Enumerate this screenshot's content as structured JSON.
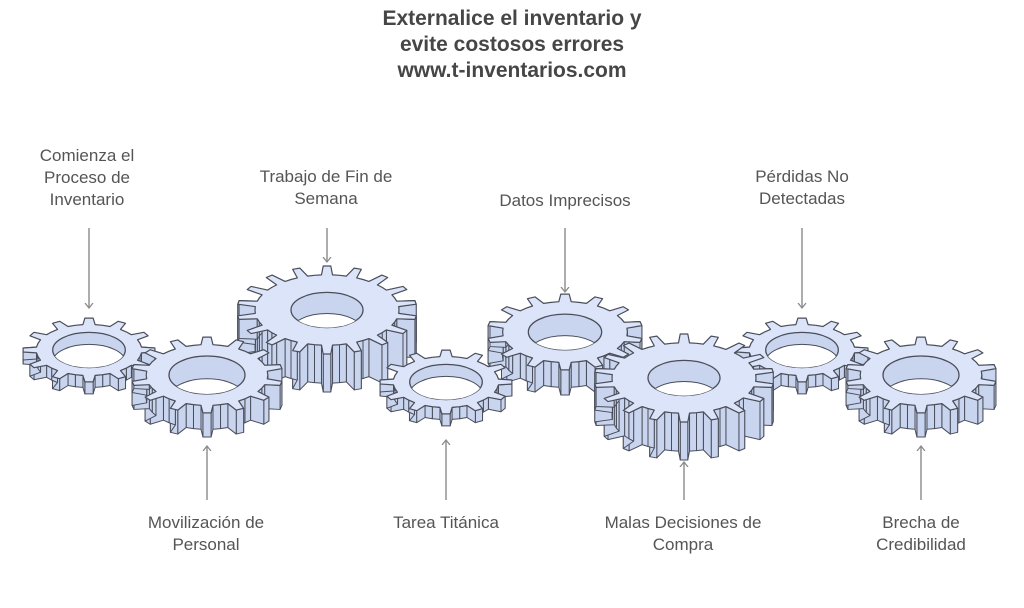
{
  "title": {
    "lines": [
      "Externalice el inventario y",
      "evite costosos errores",
      "www.t-inventarios.com"
    ]
  },
  "colors": {
    "gear_top": "#dbe4f8",
    "gear_side": "#c9d5ef",
    "gear_stroke": "#4a4e5a",
    "arrow": "#8a8a8a",
    "text": "#555555",
    "title": "#464646"
  },
  "gears": [
    {
      "name": "comienza-proceso",
      "label_lines": [
        "Comienza el",
        "Proceso de",
        "Inventario"
      ],
      "label_position": "top",
      "teeth": 12
    },
    {
      "name": "movilizacion-personal",
      "label_lines": [
        "Movilización de",
        "Personal"
      ],
      "label_position": "bottom",
      "teeth": 14
    },
    {
      "name": "trabajo-fin-semana",
      "label_lines": [
        "Trabajo de Fin de",
        "Semana"
      ],
      "label_position": "top",
      "teeth": 18
    },
    {
      "name": "tarea-titanica",
      "label_lines": [
        "Tarea Titánica"
      ],
      "label_position": "bottom",
      "teeth": 12
    },
    {
      "name": "datos-imprecisos",
      "label_lines": [
        "Datos Imprecisos"
      ],
      "label_position": "top",
      "teeth": 14
    },
    {
      "name": "malas-decisiones-compra",
      "label_lines": [
        "Malas Decisiones de",
        "Compra"
      ],
      "label_position": "bottom",
      "teeth": 18
    },
    {
      "name": "perdidas-no-detectadas",
      "label_lines": [
        "Pérdidas No",
        "Detectadas"
      ],
      "label_position": "top",
      "teeth": 12
    },
    {
      "name": "brecha-credibilidad",
      "label_lines": [
        "Brecha de",
        "Credibilidad"
      ],
      "label_position": "bottom",
      "teeth": 14
    }
  ]
}
